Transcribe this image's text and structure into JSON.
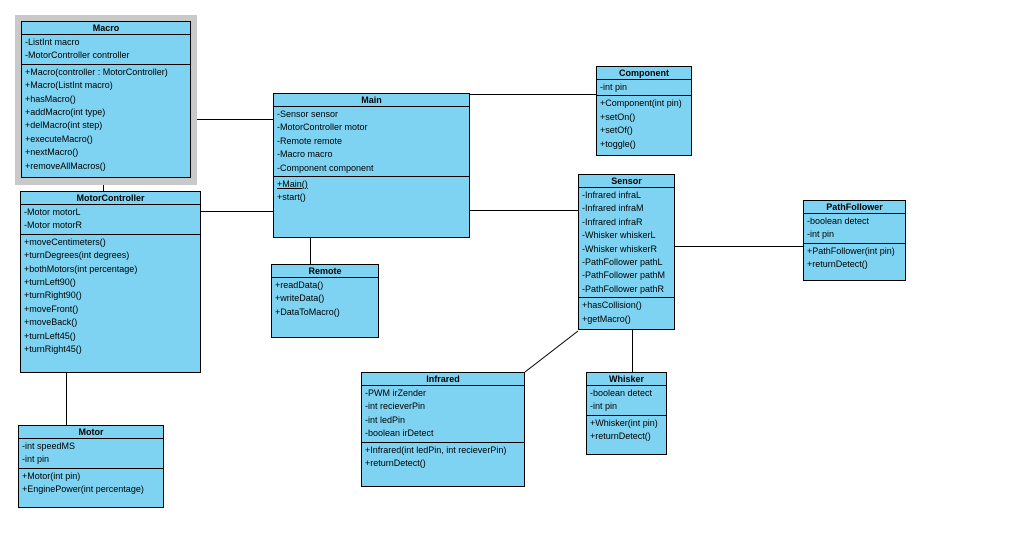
{
  "palette": {
    "canvas_background": "#ffffff",
    "node_fill": "#7dd3f1",
    "node_border": "#000000",
    "connector": "#000000",
    "selection_highlight": "#c9c9c9"
  },
  "classes": {
    "macro": {
      "name": "Macro",
      "selected": true,
      "attributes": [
        "-ListInt macro",
        "-MotorController controller"
      ],
      "methods": [
        "+Macro(controller : MotorController)",
        "+Macro(ListInt macro)",
        "+hasMacro()",
        "+addMacro(int type)",
        "+delMacro(int step)",
        "+executeMacro()",
        "+nextMacro()",
        "+removeAllMacros()"
      ]
    },
    "motor_controller": {
      "name": "MotorController",
      "selected": false,
      "attributes": [
        "-Motor motorL",
        "-Motor motorR"
      ],
      "methods": [
        "+moveCentimeters()",
        "+turnDegrees(int degrees)",
        "+bothMotors(int percentage)",
        "+turnLeft90()",
        "+turnRight90()",
        "+moveFront()",
        "+moveBack()",
        "+turnLeft45()",
        "+turnRight45()"
      ]
    },
    "motor": {
      "name": "Motor",
      "selected": false,
      "attributes": [
        "-int speedMS",
        "-int pin"
      ],
      "methods": [
        "+Motor(int pin)",
        "+EnginePower(int percentage)"
      ]
    },
    "main": {
      "name": "Main",
      "selected": false,
      "attributes": [
        "-Sensor sensor",
        "-MotorController motor",
        "-Remote remote",
        "-Macro macro",
        "-Component component"
      ],
      "methods": [
        {
          "label": "+Main()",
          "underline": true
        },
        "+start()"
      ]
    },
    "remote": {
      "name": "Remote",
      "selected": false,
      "attributes": [],
      "methods": [
        "+readData()",
        "+writeData()",
        "+DataToMacro()"
      ]
    },
    "component": {
      "name": "Component",
      "selected": false,
      "attributes": [
        "-int pin"
      ],
      "methods": [
        "+Component(int pin)",
        "+setOn()",
        "+setOf()",
        "+toggle()"
      ]
    },
    "sensor": {
      "name": "Sensor",
      "selected": false,
      "attributes": [
        "-Infrared infraL",
        "-Infrared infraM",
        "-Infrared infraR",
        "-Whisker whiskerL",
        "-Whisker whiskerR",
        "-PathFollower pathL",
        "-PathFollower pathM",
        "-PathFollower pathR"
      ],
      "methods": [
        "+hasCollision()",
        "+getMacro()"
      ]
    },
    "path_follower": {
      "name": "PathFollower",
      "selected": false,
      "attributes": [
        "-boolean detect",
        "-int pin"
      ],
      "methods": [
        "+PathFollower(int pin)",
        "+returnDetect()"
      ]
    },
    "infrared": {
      "name": "Infrared",
      "selected": false,
      "attributes": [
        "-PWM irZender",
        "-int recieverPin",
        "-int ledPin",
        "-boolean irDetect"
      ],
      "methods": [
        "+Infrared(int ledPin, int recieverPin)",
        "+returnDetect()"
      ]
    },
    "whisker": {
      "name": "Whisker",
      "selected": false,
      "attributes": [
        "-boolean detect",
        "-int pin"
      ],
      "methods": [
        "+Whisker(int pin)",
        "+returnDetect()"
      ]
    }
  },
  "connections": [
    {
      "from": "Macro",
      "to": "Main"
    },
    {
      "from": "Macro",
      "to": "MotorController"
    },
    {
      "from": "MotorController",
      "to": "Main"
    },
    {
      "from": "MotorController",
      "to": "Motor"
    },
    {
      "from": "Main",
      "to": "Remote"
    },
    {
      "from": "Main",
      "to": "Component"
    },
    {
      "from": "Main",
      "to": "Sensor"
    },
    {
      "from": "Sensor",
      "to": "PathFollower"
    },
    {
      "from": "Sensor",
      "to": "Whisker"
    },
    {
      "from": "Sensor",
      "to": "Infrared"
    }
  ]
}
